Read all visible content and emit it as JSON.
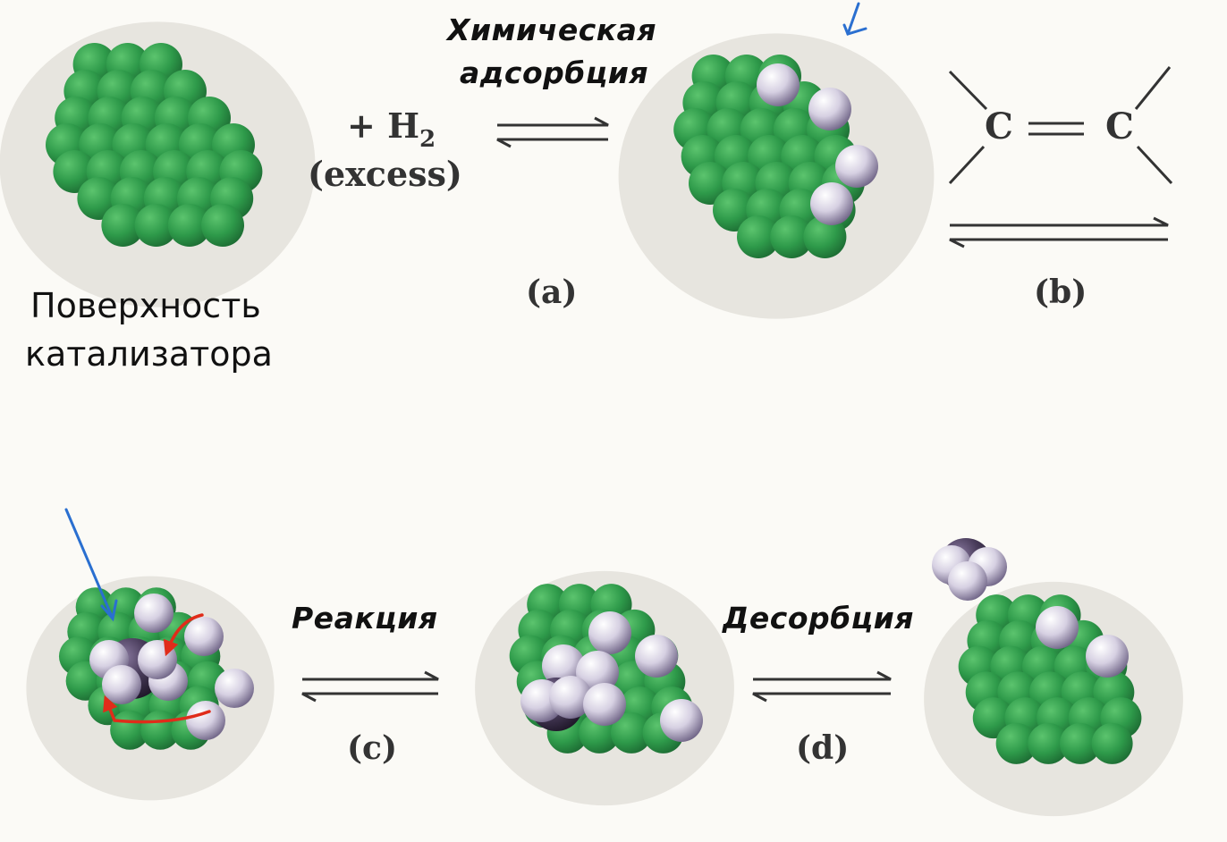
{
  "labels": {
    "chem_adsorption_line1": "Химическая",
    "chem_adsorption_line2": "адсорбция",
    "reaction": "Реакция",
    "desorption": "Десорбция",
    "catalyst_surface_line1": "Поверхность",
    "catalyst_surface_line2": "катализатора",
    "h2_plus": "+ H",
    "h2_subscript": "2",
    "excess": "(excess)",
    "step_a": "(a)",
    "step_b": "(b)",
    "step_c": "(c)",
    "step_d": "(d)",
    "carbon_left": "C",
    "carbon_right": "C"
  },
  "colors": {
    "catalyst": "#2e9a4a",
    "adsorbed_h": "#c9c1d8",
    "ethylene": "#3c3049",
    "annotation_blue": "#2a6fd0",
    "annotation_red": "#e02c1a"
  }
}
